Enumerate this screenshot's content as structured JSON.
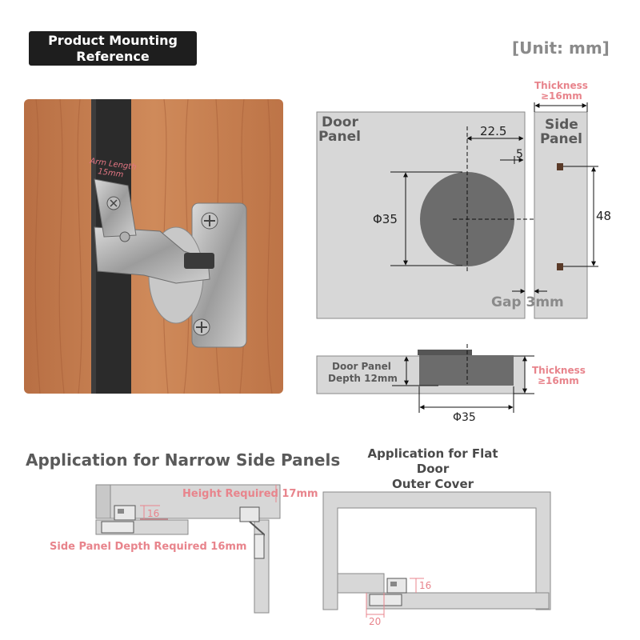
{
  "header": {
    "badge_line1": "Product Mounting",
    "badge_line2": "Reference",
    "unit": "[Unit: mm]"
  },
  "photo": {
    "arm_label_line1": "Arm Length",
    "arm_label_line2": "15mm"
  },
  "top_view": {
    "door_panel_line1": "Door",
    "door_panel_line2": "Panel",
    "side_panel_line1": "Side",
    "side_panel_line2": "Panel",
    "thickness_line1": "Thickness",
    "thickness_line2": "≥16mm",
    "dim_offset": "22.5",
    "dim_edge": "5",
    "dim_diameter": "Φ35",
    "dim_hole_spacing": "48",
    "gap": "Gap 3mm"
  },
  "section_view": {
    "depth_line1": "Door Panel",
    "depth_line2": "Depth 12mm",
    "thickness_line1": "Thickness",
    "thickness_line2": "≥16mm",
    "dim_diameter": "Φ35"
  },
  "narrow_panels": {
    "title": "Application for Narrow Side Panels",
    "height_required": "Height Required 17mm",
    "dim_16": "16",
    "side_depth": "Side Panel Depth Required 16mm"
  },
  "flat_door": {
    "title_line1": "Application for Flat Door",
    "title_line2": "Outer Cover",
    "dim_16": "16",
    "dim_20": "20"
  },
  "colors": {
    "accent_pink": "#e8848c",
    "panel_gray": "#d4d4d4",
    "cup_gray": "#6a6a6a",
    "wood": "#c07a4c"
  }
}
